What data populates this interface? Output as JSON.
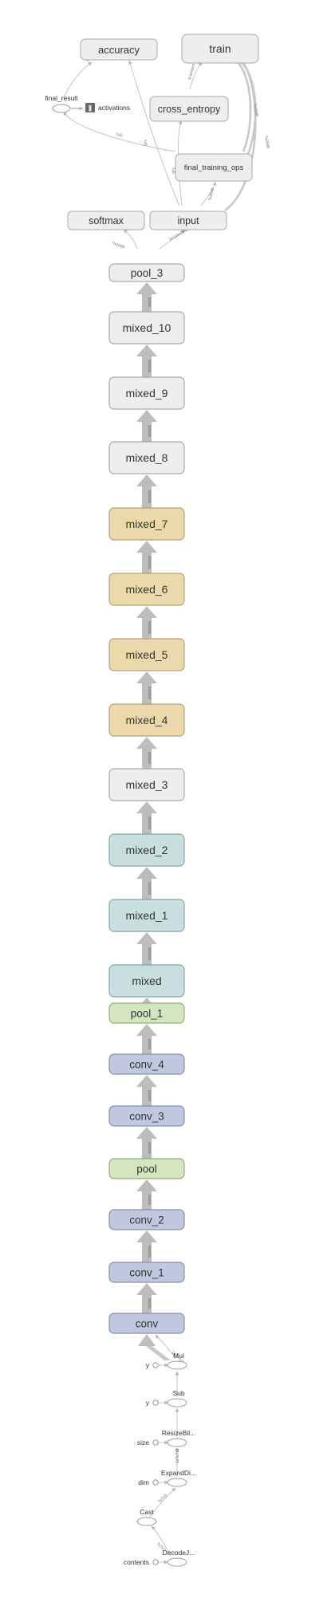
{
  "colors": {
    "gray_fill": "#eeeeee",
    "gray_stroke": "#a9a9a9",
    "tan_fill": "#ecd9ab",
    "tan_stroke": "#b3a278",
    "teal_fill": "#c9dfdf",
    "teal_stroke": "#8aa5a5",
    "green_fill": "#d3e6bf",
    "green_stroke": "#95ad7c",
    "blue_fill": "#c0c8df",
    "blue_stroke": "#8891ad",
    "edge": "#b8b8b8"
  },
  "nodes": {
    "accuracy": "accuracy",
    "train": "train",
    "cross_entropy": "cross_entropy",
    "final_training_ops": "final_training_ops",
    "softmax": "softmax",
    "input": "input",
    "pool_3": "pool_3",
    "mixed_10": "mixed_10",
    "mixed_9": "mixed_9",
    "mixed_8": "mixed_8",
    "mixed_7": "mixed_7",
    "mixed_6": "mixed_6",
    "mixed_5": "mixed_5",
    "mixed_4": "mixed_4",
    "mixed_3": "mixed_3",
    "mixed_2": "mixed_2",
    "mixed_1": "mixed_1",
    "mixed": "mixed",
    "pool_1": "pool_1",
    "conv_4": "conv_4",
    "conv_3": "conv_3",
    "pool": "pool",
    "conv_2": "conv_2",
    "conv_1": "conv_1",
    "conv": "conv"
  },
  "small_nodes": {
    "final_result": "final_result",
    "activations": "activations",
    "mul": "Mul",
    "sub": "Sub",
    "resize": "ResizeBil...",
    "expand": "ExpandDi...",
    "cast": "Cast",
    "decode": "DecodeJ...",
    "y1": "y",
    "y2": "y",
    "size": "size",
    "dim": "dim",
    "contents": "contents"
  }
}
